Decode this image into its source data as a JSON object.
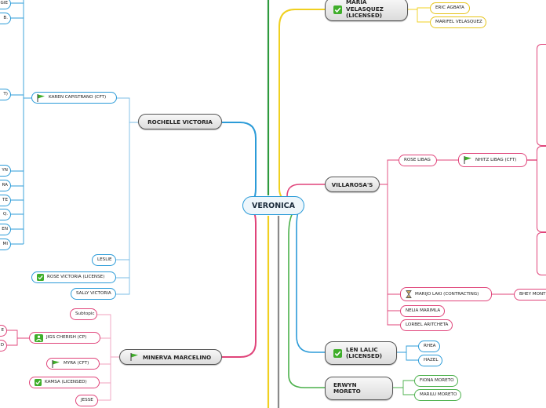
{
  "central": {
    "label": "VERONICA"
  },
  "branches": {
    "rochelle": "ROCHELLE VICTORIA",
    "minerva": "MINERVA MARCELINO",
    "maria": "MARIA VELASQUEZ (LICENSED)",
    "villarosa": "VILLAROSA'S",
    "len": "LEN LALIC (LICENSED)",
    "erwyn": "ERWYN MORETO"
  },
  "rochelle_children": {
    "karen": "KAREN CAPISTRANO (CFT)",
    "leslie": "LESLIE",
    "rose_victoria": "ROSE VICTORIA (LICENSE)",
    "sally": "SALLY VICTORIA"
  },
  "left_edge_stubs": [
    "GIE",
    "B.",
    "T)",
    "YN",
    "RA",
    "TE",
    "Q.",
    "EN",
    "MI"
  ],
  "minerva_children": {
    "subtopic": "Subtopic",
    "jigs": "JIGS CHERISH (CP)",
    "myra": "MYRA (CFT)",
    "kamsa": "KAMSA (LICENSED)",
    "jesse": "JESSE"
  },
  "minerva_stubs": [
    "E",
    "D"
  ],
  "maria_children": {
    "eric": "ERIC AGBATA",
    "marifel": "MARIFEL VELASQUEZ"
  },
  "villarosa_children": {
    "rose_libag": "ROSE LIBAG",
    "nhitz": "NHITZ LIBAG (CFT)",
    "marijo": "MARIJO LAKI (CONTRACTING)",
    "bhey": "BHEY MONTO",
    "nelia": "NELIA MARIMLA",
    "lorbel": "LORBEL ARITCHETA"
  },
  "len_children": {
    "rhea": "RHEA",
    "hazel": "HAZEL"
  },
  "erwyn_children": {
    "fiona": "FIONA MORETO",
    "marilu": "MARILU MORETO"
  },
  "colors": {
    "blue": "#2b9bd8",
    "pink": "#e0447a",
    "yellow": "#f0d020",
    "green": "#4bb04b",
    "gray": "#8a8a8a",
    "darkgreen": "#2e9a3e"
  }
}
